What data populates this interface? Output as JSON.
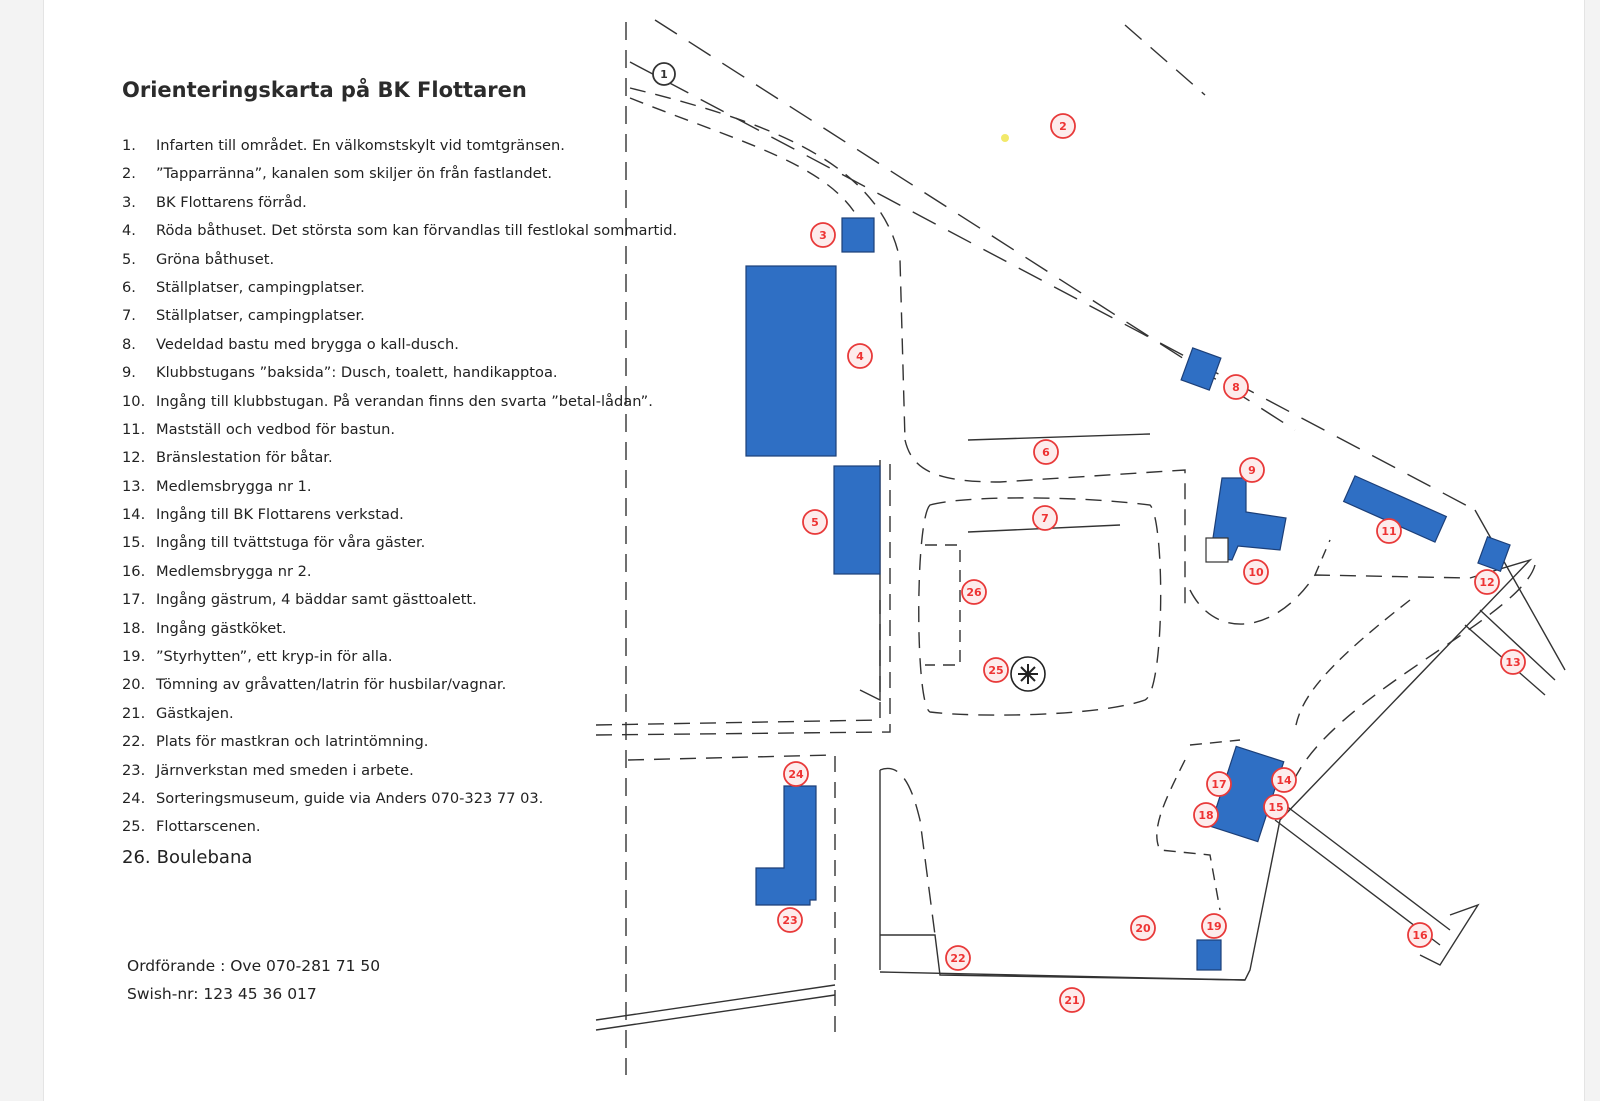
{
  "title": "Orienteringskarta på BK Flottaren",
  "legend": [
    {
      "num": "1.",
      "text": "Infarten till området. En välkomstskylt vid tomtgränsen."
    },
    {
      "num": "2.",
      "text": "”Tapparränna”, kanalen som skiljer ön från fastlandet."
    },
    {
      "num": "3.",
      "text": "BK Flottarens förråd."
    },
    {
      "num": "4.",
      "text": "Röda båthuset. Det största som kan förvandlas till festlokal sommartid."
    },
    {
      "num": "5.",
      "text": "Gröna båthuset."
    },
    {
      "num": "6.",
      "text": "Ställplatser, campingplatser."
    },
    {
      "num": "7.",
      "text": "Ställplatser, campingplatser."
    },
    {
      "num": "8.",
      "text": "Vedeldad bastu med brygga o kall-dusch."
    },
    {
      "num": "9.",
      "text": "Klubbstugans ”baksida”: Dusch, toalett, handikapptoa."
    },
    {
      "num": "10.",
      "text": "Ingång till klubbstugan. På verandan finns den svarta ”betal-lådan”."
    },
    {
      "num": "11.",
      "text": "Mastställ och vedbod för bastun."
    },
    {
      "num": "12.",
      "text": "Bränslestation för båtar."
    },
    {
      "num": "13.",
      "text": "Medlemsbrygga nr 1."
    },
    {
      "num": "14.",
      "text": "Ingång till BK Flottarens verkstad."
    },
    {
      "num": "15.",
      "text": "Ingång till tvättstuga för våra gäster."
    },
    {
      "num": "16.",
      "text": "Medlemsbrygga nr 2."
    },
    {
      "num": "17.",
      "text": "Ingång gästrum, 4 bäddar samt gästtoalett."
    },
    {
      "num": "18.",
      "text": "Ingång gästköket."
    },
    {
      "num": "19.",
      "text": "”Styrhytten”, ett kryp-in för alla."
    },
    {
      "num": "20.",
      "text": "Tömning av gråvatten/latrin för husbilar/vagnar."
    },
    {
      "num": "21.",
      "text": "Gästkajen."
    },
    {
      "num": "22.",
      "text": "Plats för mastkran och latrintömning."
    },
    {
      "num": "23.",
      "text": "Järnverkstan med smeden i arbete."
    },
    {
      "num": "24.",
      "text": "Sorteringsmuseum, guide via Anders 070-323 77 03."
    },
    {
      "num": "25.",
      "text": "Flottarscenen."
    },
    {
      "num": "26.",
      "text": "Boulebana"
    }
  ],
  "contact": {
    "chair": "Ordförande : Ove 070-281 71 50",
    "swish": "Swish-nr:  123 45 36 017"
  },
  "map": {
    "building_color": "#2f6fc4",
    "marker_color": "#e83a3a",
    "markers": [
      "1",
      "2",
      "3",
      "4",
      "5",
      "6",
      "7",
      "8",
      "9",
      "10",
      "11",
      "12",
      "13",
      "14",
      "15",
      "16",
      "17",
      "18",
      "19",
      "20",
      "21",
      "22",
      "23",
      "24",
      "25",
      "26"
    ]
  }
}
